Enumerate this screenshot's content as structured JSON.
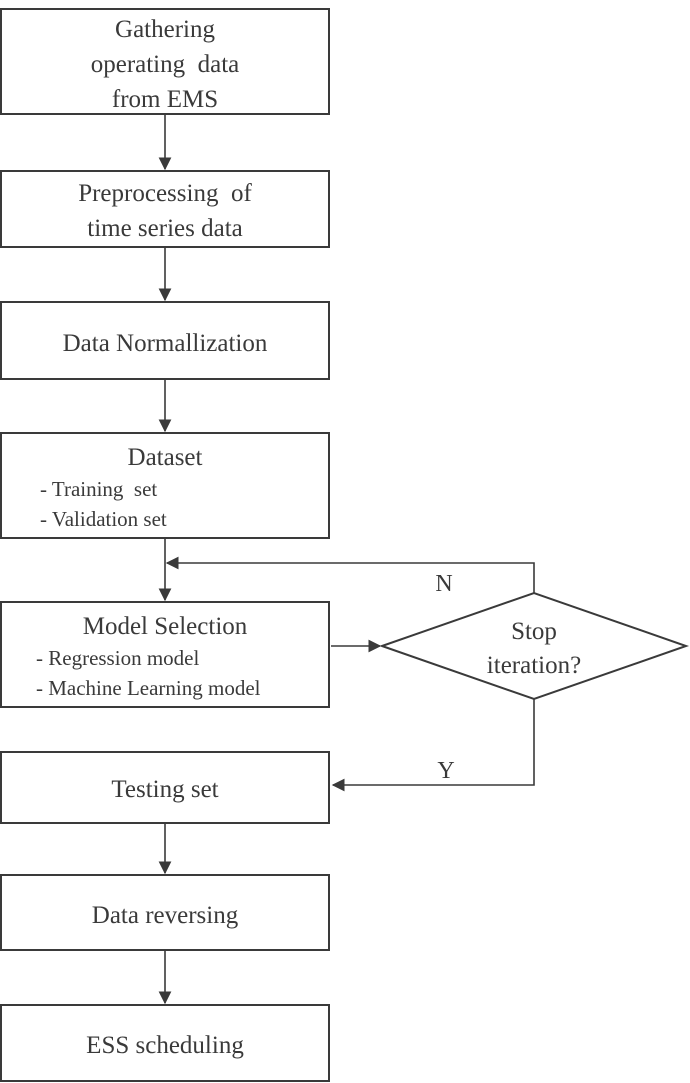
{
  "flowchart": {
    "steps": [
      {
        "id": "gather",
        "lines": [
          "Gathering",
          "operating  data",
          "from EMS"
        ],
        "items": []
      },
      {
        "id": "preprocess",
        "lines": [
          "Preprocessing  of",
          "time series data"
        ],
        "items": []
      },
      {
        "id": "normalize",
        "lines": [
          "Data Normallization"
        ],
        "items": []
      },
      {
        "id": "dataset",
        "lines": [
          "Dataset"
        ],
        "items": [
          "- Training  set",
          "- Validation set"
        ]
      },
      {
        "id": "model-selection",
        "lines": [
          "Model Selection"
        ],
        "items": [
          "- Regression model",
          "- Machine Learning model"
        ]
      },
      {
        "id": "testing",
        "lines": [
          "Testing set"
        ],
        "items": []
      },
      {
        "id": "reversing",
        "lines": [
          "Data reversing"
        ],
        "items": []
      },
      {
        "id": "ess",
        "lines": [
          "ESS scheduling"
        ],
        "items": []
      }
    ],
    "decision": {
      "lines": [
        "Stop",
        "iteration?"
      ],
      "no_label": "N",
      "yes_label": "Y"
    }
  }
}
